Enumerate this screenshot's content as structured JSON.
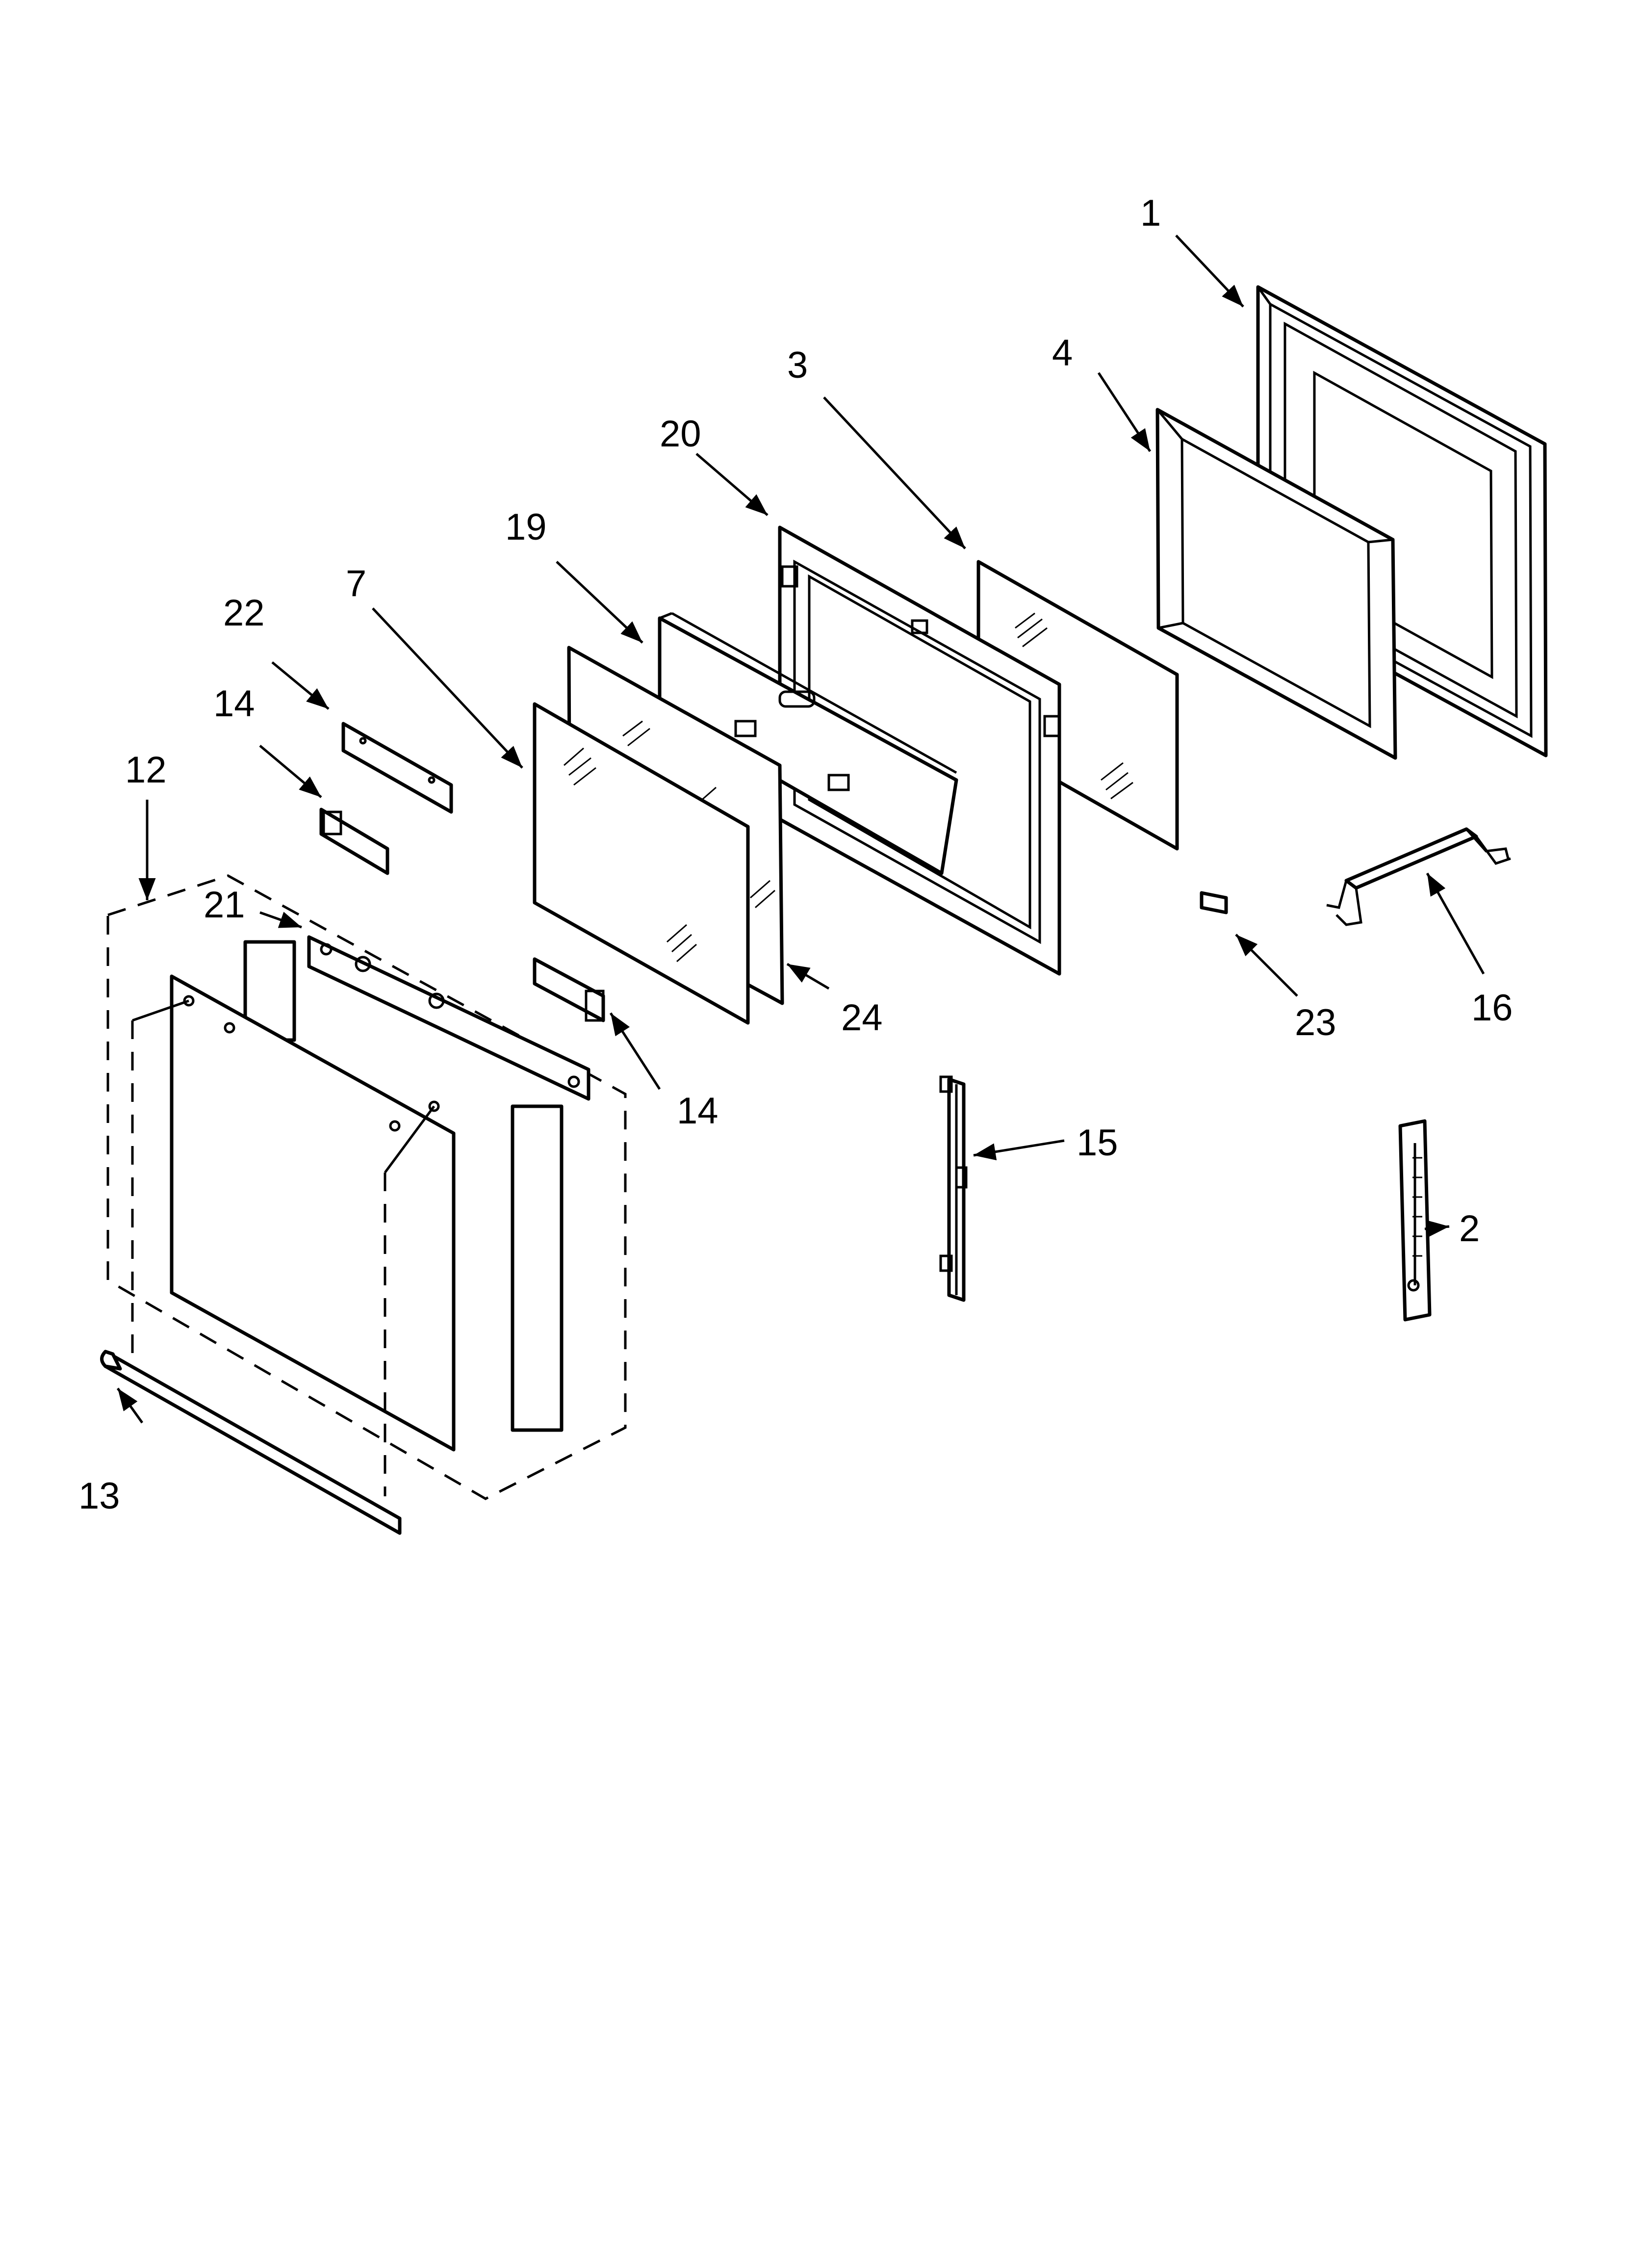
{
  "diagram": {
    "callouts": [
      {
        "id": "c1",
        "label": "1"
      },
      {
        "id": "c2",
        "label": "2"
      },
      {
        "id": "c3",
        "label": "3"
      },
      {
        "id": "c4",
        "label": "4"
      },
      {
        "id": "c7",
        "label": "7"
      },
      {
        "id": "c12",
        "label": "12"
      },
      {
        "id": "c13",
        "label": "13"
      },
      {
        "id": "c14a",
        "label": "14"
      },
      {
        "id": "c14b",
        "label": "14"
      },
      {
        "id": "c15",
        "label": "15"
      },
      {
        "id": "c16",
        "label": "16"
      },
      {
        "id": "c19",
        "label": "19"
      },
      {
        "id": "c20",
        "label": "20"
      },
      {
        "id": "c21",
        "label": "21"
      },
      {
        "id": "c22",
        "label": "22"
      },
      {
        "id": "c23",
        "label": "23"
      },
      {
        "id": "c24",
        "label": "24"
      }
    ]
  }
}
